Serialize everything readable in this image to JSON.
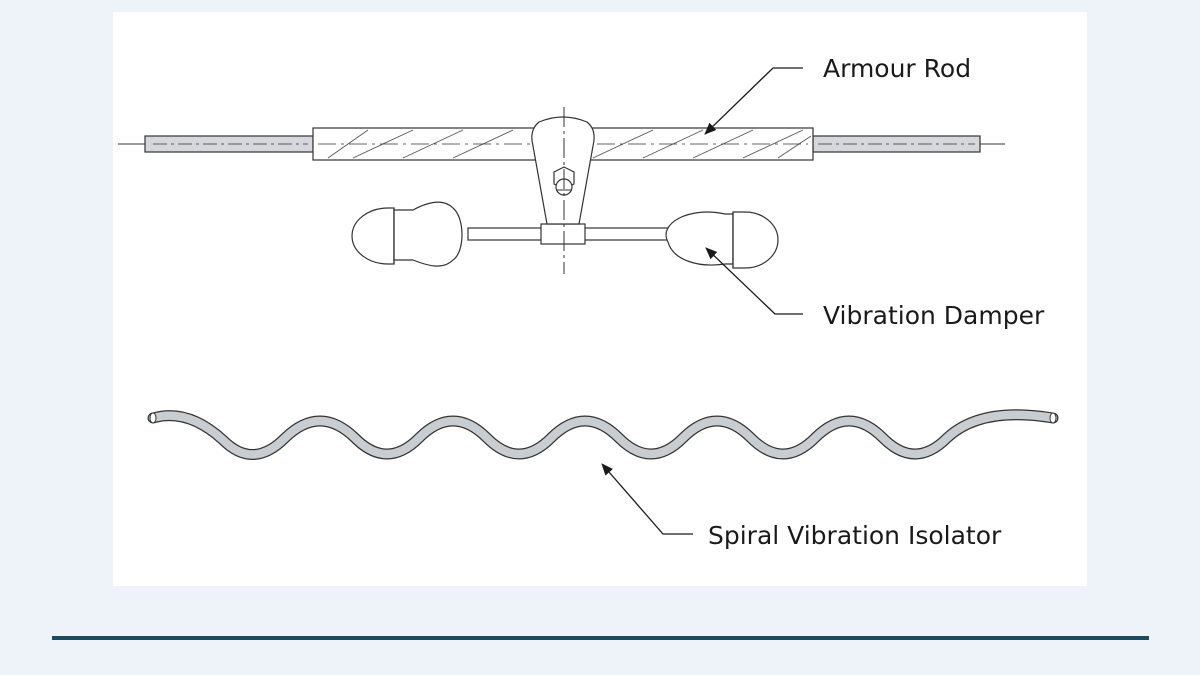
{
  "labels": {
    "armour_rod": "Armour Rod",
    "vibration_damper": "Vibration Damper",
    "spiral_vibration_isolator": "Spiral Vibration Isolator"
  },
  "colors": {
    "background": "#eef3fa",
    "panel": "#ffffff",
    "line": "#333333",
    "metal_fill": "#d4d8dc",
    "spiral_fill": "#c8cdd2",
    "rule": "#1d4a5c"
  }
}
